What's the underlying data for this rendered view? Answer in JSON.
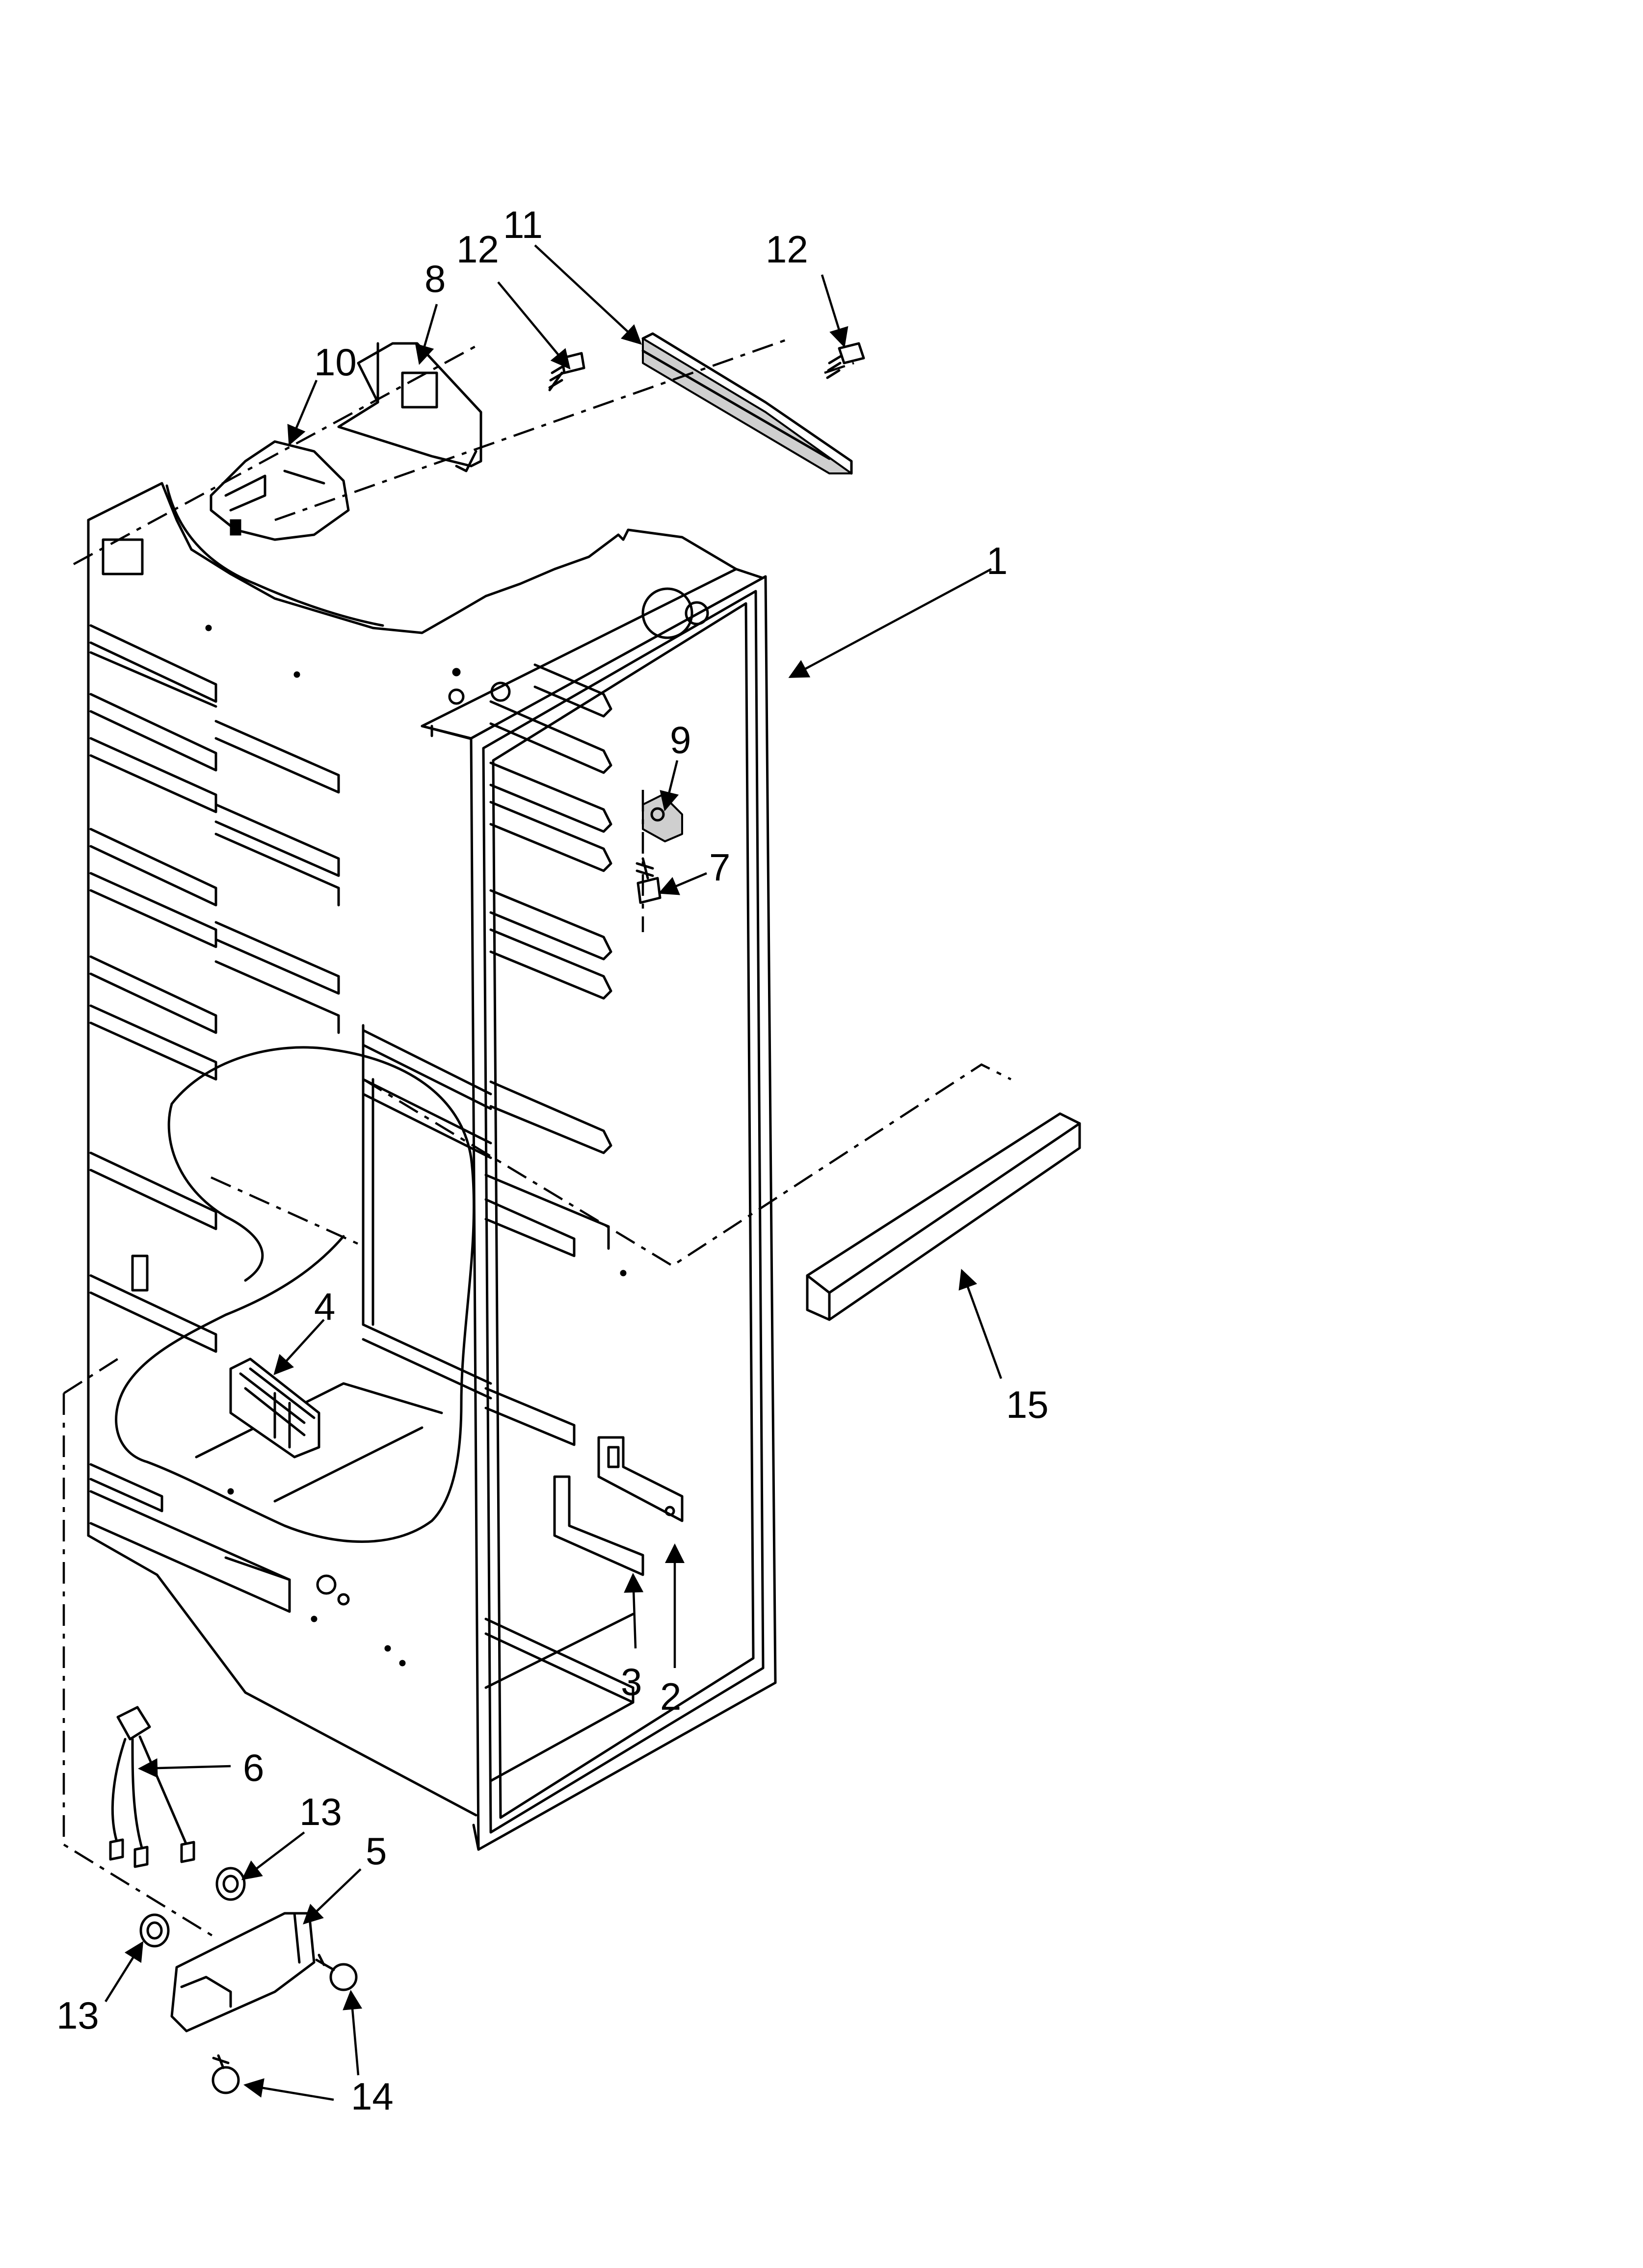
{
  "callouts": [
    {
      "id": "p1",
      "label": "1"
    },
    {
      "id": "p2",
      "label": "2"
    },
    {
      "id": "p3",
      "label": "3"
    },
    {
      "id": "p4",
      "label": "4"
    },
    {
      "id": "p5",
      "label": "5"
    },
    {
      "id": "p6",
      "label": "6"
    },
    {
      "id": "p7",
      "label": "7"
    },
    {
      "id": "p8",
      "label": "8"
    },
    {
      "id": "p9",
      "label": "9"
    },
    {
      "id": "p10",
      "label": "10"
    },
    {
      "id": "p11",
      "label": "11"
    },
    {
      "id": "p12a",
      "label": "12"
    },
    {
      "id": "p12b",
      "label": "12"
    },
    {
      "id": "p13a",
      "label": "13"
    },
    {
      "id": "p13b",
      "label": "13"
    },
    {
      "id": "p14",
      "label": "14"
    },
    {
      "id": "p15",
      "label": "15"
    }
  ]
}
